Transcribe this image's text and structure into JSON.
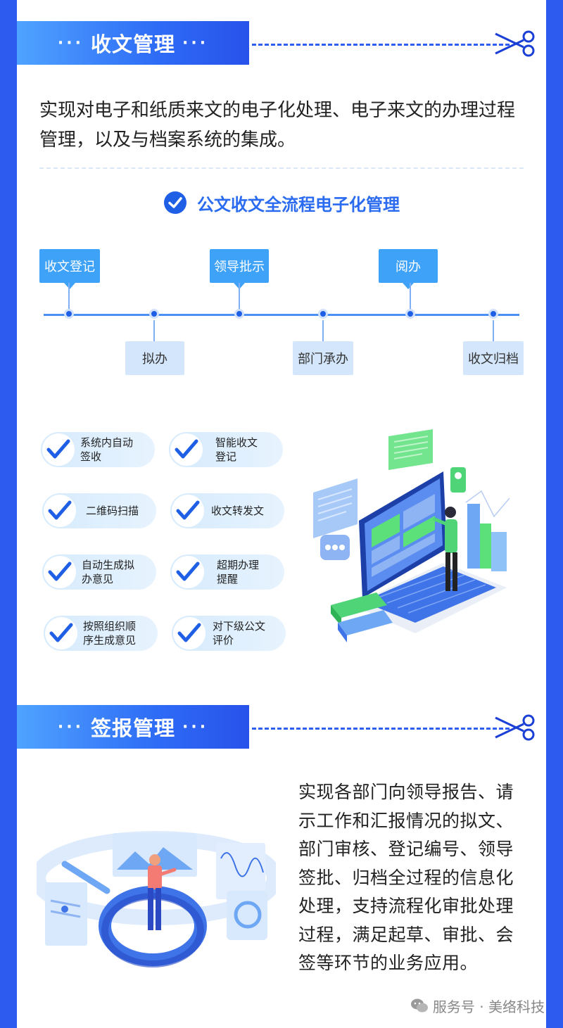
{
  "section1": {
    "title": "收文管理",
    "dots_left": "···",
    "dots_right": "···",
    "intro": "实现对电子和纸质来文的电子化处理、电子来文的办理过程管理，以及与档案系统的集成。",
    "flow_title": "公文收文全流程电子化管理",
    "flow_steps": {
      "top": [
        "收文登记",
        "领导批示",
        "阅办"
      ],
      "bottom": [
        "拟办",
        "部门承办",
        "收文归档"
      ]
    },
    "features": [
      [
        "系统内自动",
        "签收"
      ],
      [
        "智能收文",
        "登记"
      ],
      [
        "二维码扫描"
      ],
      [
        "收文转发文"
      ],
      [
        "自动生成拟",
        "办意见"
      ],
      [
        "超期办理",
        "提醒"
      ],
      [
        "按照组织顺",
        "序生成意见"
      ],
      [
        "对下级公文",
        "评价"
      ]
    ]
  },
  "section2": {
    "title": "签报管理",
    "dots_left": "···",
    "dots_right": "···",
    "intro": "实现各部门向领导报告、请示工作和汇报情况的拟文、部门审核、登记编号、领导签批、归档全过程的信息化处理，支持流程化审批处理过程，满足起草、审批、会签等环节的业务应用。"
  },
  "watermark": "服务号 · 美络科技",
  "colors": {
    "frame": "#2d5bf0",
    "accent": "#2a6bf0",
    "step_dark": "#3ea2f8",
    "step_light": "#d3e6fb"
  },
  "icons": {
    "scissors": "scissors-icon",
    "check": "check-circle-icon",
    "watermark": "wechat-icon"
  }
}
